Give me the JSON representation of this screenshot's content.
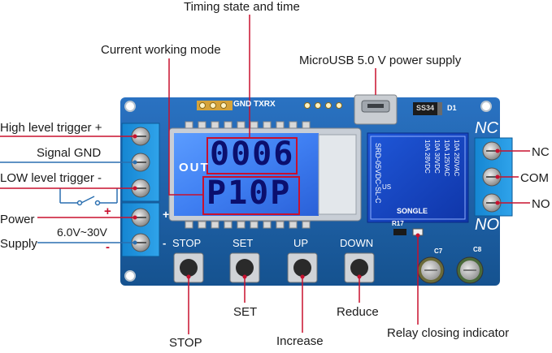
{
  "pcb": {
    "header_label": "GND TXRX",
    "diode_label": "SS34",
    "diode_ref": "D1",
    "resistor_ref": "R17",
    "cap_labels": [
      "C7",
      "C8"
    ],
    "plus_sign": "+",
    "minus_sign": "-",
    "nc_label": "NC",
    "no_label": "NO",
    "button_labels": [
      "STOP",
      "SET",
      "UP",
      "DOWN"
    ],
    "button_minus": "-"
  },
  "lcd": {
    "out_label": "OUT",
    "top_value": "0006",
    "bottom_value": "P10P"
  },
  "relay": {
    "model": "SRD-05VDC-SL-C",
    "ratings": [
      "10A 250VAC",
      "10A 125VAC",
      "10A 30VDC",
      "10A 28VDC"
    ],
    "brand": "SONGLE",
    "us": "US"
  },
  "callouts": {
    "timing_state": "Timing state and time",
    "working_mode": "Current working mode",
    "microusb": "MicroUSB 5.0 V power supply",
    "high_trigger": "High level trigger +",
    "signal_gnd": "Signal GND",
    "low_trigger": "LOW level trigger -",
    "power": "Power",
    "voltage": "6.0V~30V",
    "supply": "Supply",
    "nc": "NC",
    "com": "COM",
    "no": "NO",
    "stop": "STOP",
    "set": "SET",
    "increase": "Increase",
    "reduce": "Reduce",
    "relay_indicator": "Relay closing indicator"
  },
  "colors": {
    "pcb": "#1b5fae",
    "callout_line": "#c8102e",
    "terminal": "#1a8fd6",
    "lcd": "#2a6ee8",
    "relay": "#1446c7"
  }
}
